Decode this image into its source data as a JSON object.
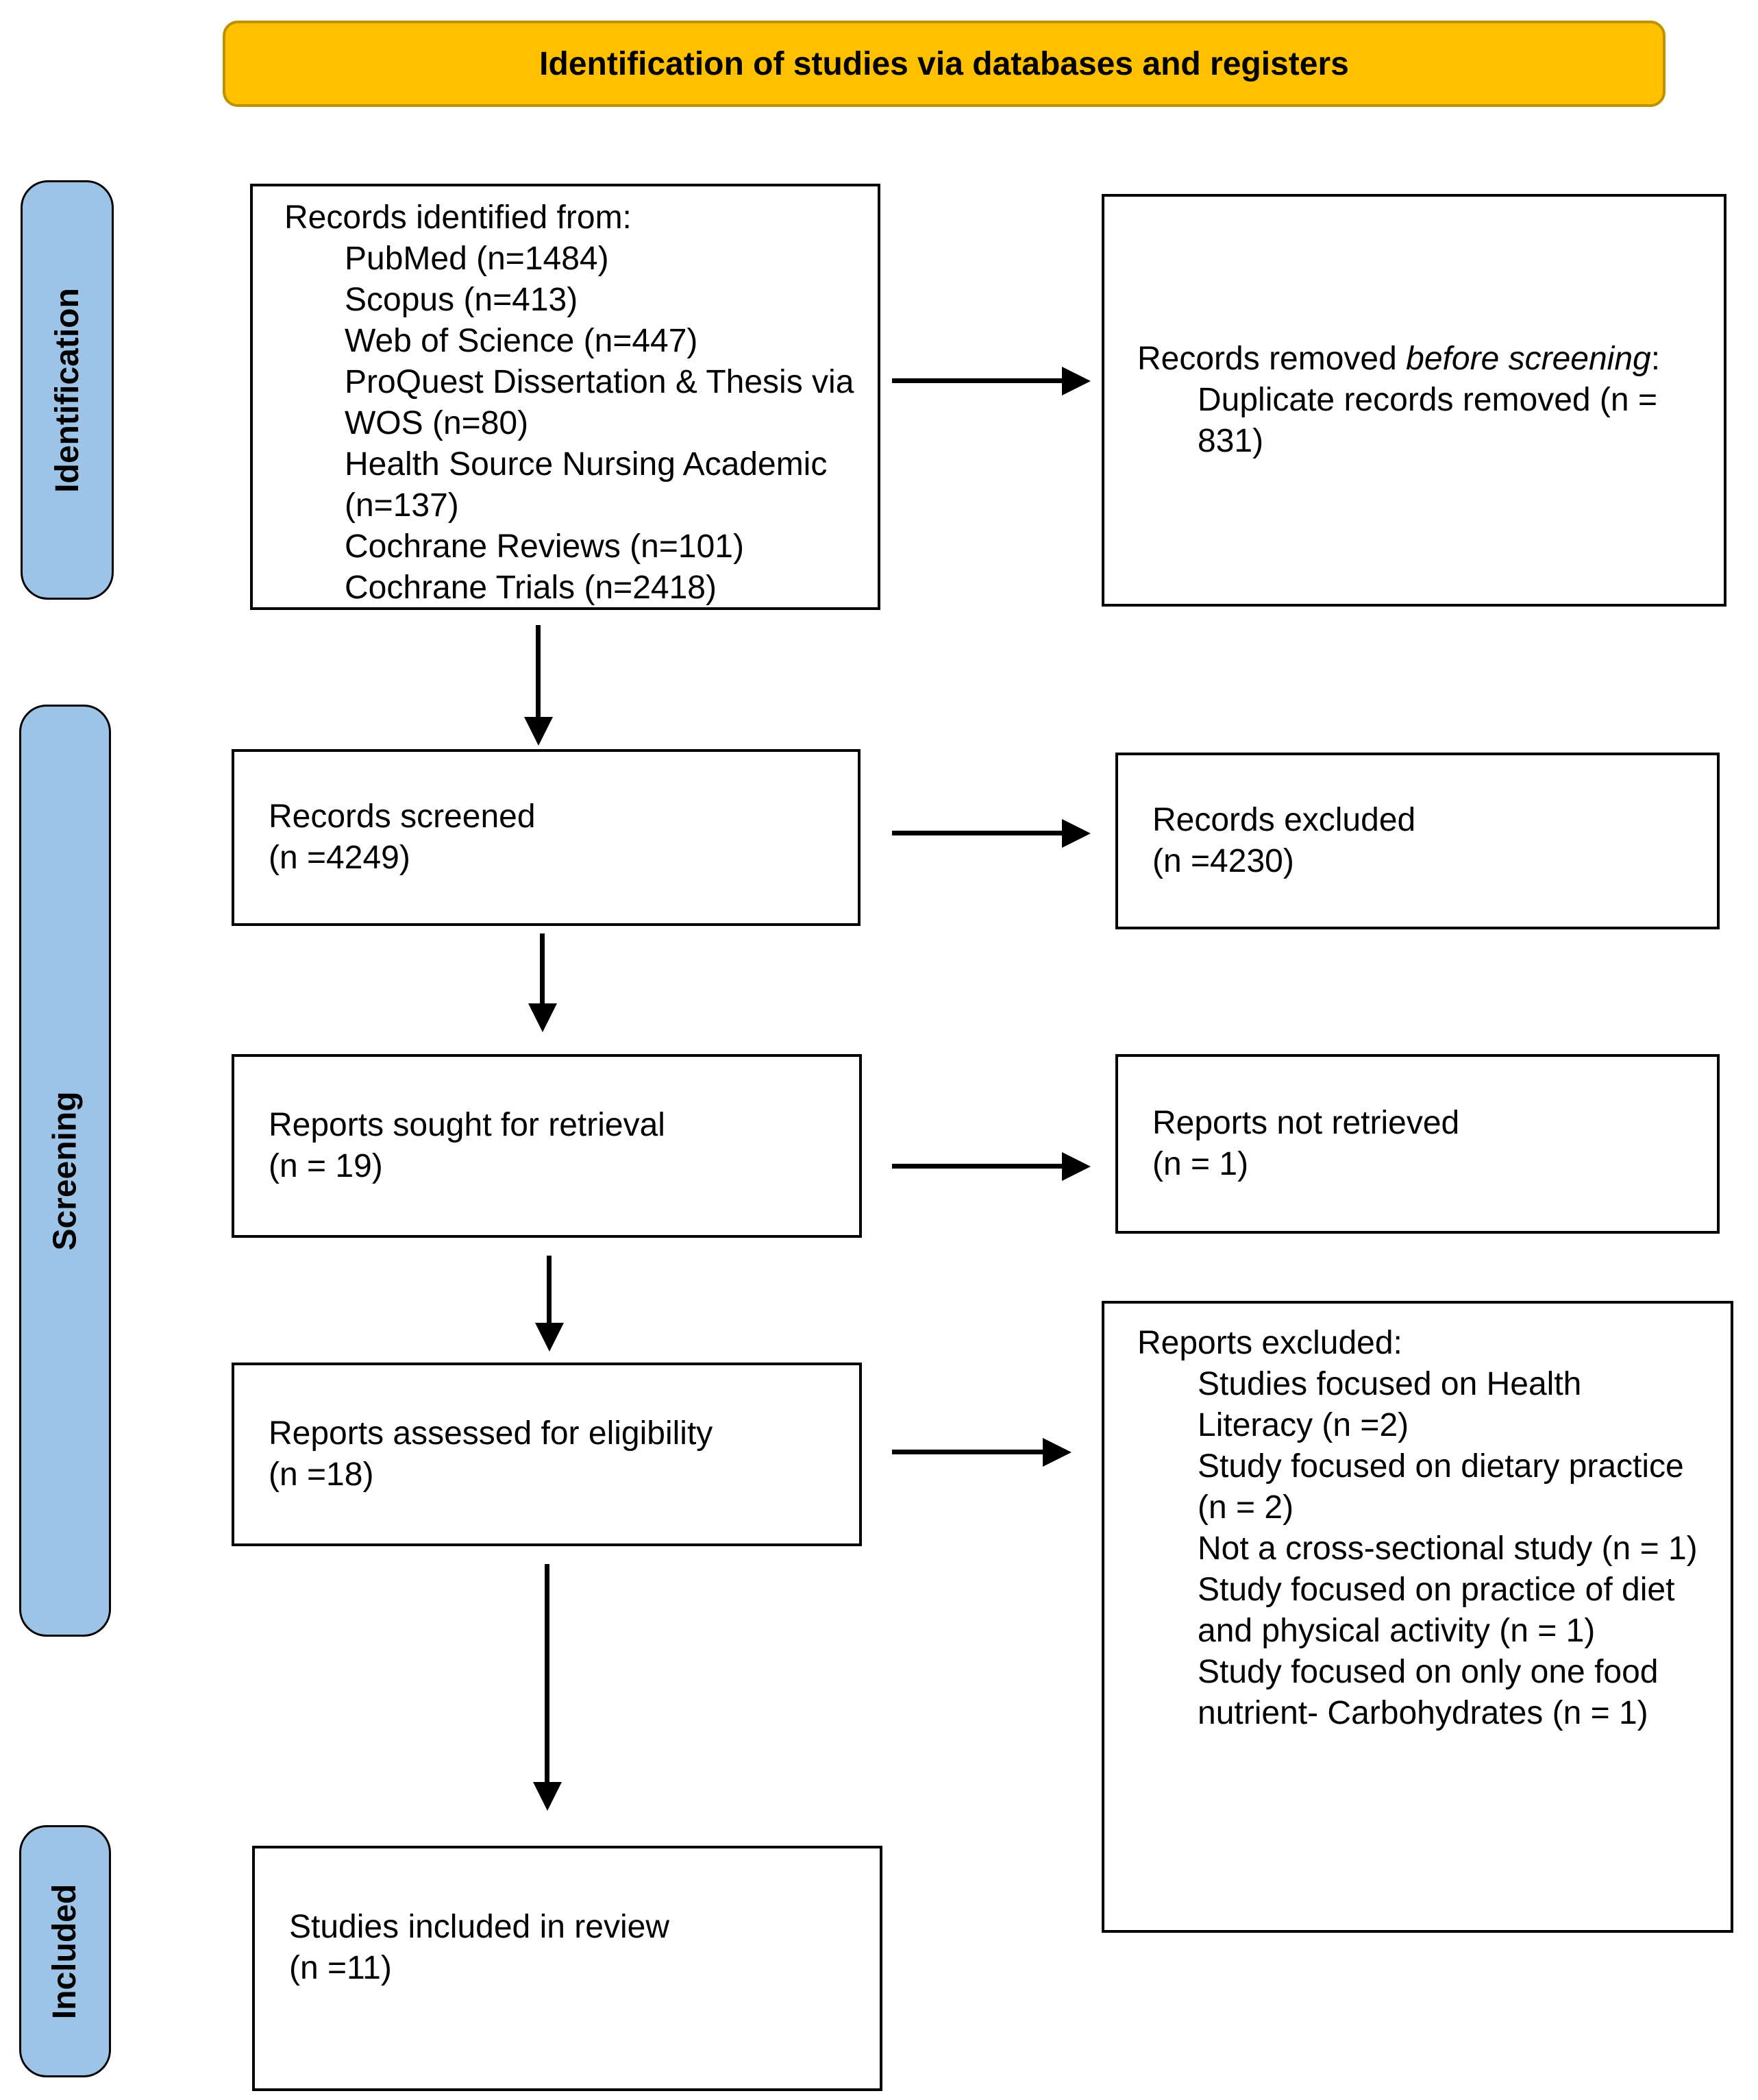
{
  "header": {
    "title": "Identification of studies via databases and registers"
  },
  "stages": [
    {
      "label": "Identification"
    },
    {
      "label": "Screening"
    },
    {
      "label": "Included"
    }
  ],
  "boxes": {
    "records_identified": {
      "intro": "Records identified from:",
      "items": [
        "PubMed (n=1484)",
        "Scopus (n=413)",
        "Web of Science (n=447)",
        "ProQuest Dissertation & Thesis via WOS (n=80)",
        "Health Source Nursing Academic (n=137)",
        "Cochrane Reviews (n=101)",
        "Cochrane Trials (n=2418)"
      ]
    },
    "records_removed": {
      "intro_prefix": "Records removed ",
      "intro_italic": "before screening",
      "intro_suffix": ":",
      "items": [
        "Duplicate records removed (n = 831)"
      ]
    },
    "records_screened": {
      "line1": "Records screened",
      "line2": "(n =4249)"
    },
    "records_excluded": {
      "line1": "Records excluded",
      "line2": "(n =4230)"
    },
    "reports_sought": {
      "line1": "Reports sought for retrieval",
      "line2": "(n = 19)"
    },
    "reports_not_retrieved": {
      "line1": "Reports not retrieved",
      "line2": "(n = 1)"
    },
    "reports_assessed": {
      "line1": "Reports assessed for eligibility",
      "line2": "(n =18)"
    },
    "reports_excluded": {
      "intro": "Reports excluded:",
      "items": [
        "Studies focused on Health Literacy (n =2)",
        "Study focused on dietary practice (n = 2)",
        "Not a cross-sectional study (n = 1)",
        "Study focused on practice of diet and physical activity (n = 1)",
        "Study focused on only one food nutrient- Carbohydrates (n = 1)"
      ]
    },
    "studies_included": {
      "line1": "Studies included in review",
      "line2": "(n =11)"
    }
  },
  "colors": {
    "header_bg": "#FFC000",
    "header_border": "#BF9000",
    "stage_bg": "#9DC3E6",
    "arrow": "#000000"
  }
}
